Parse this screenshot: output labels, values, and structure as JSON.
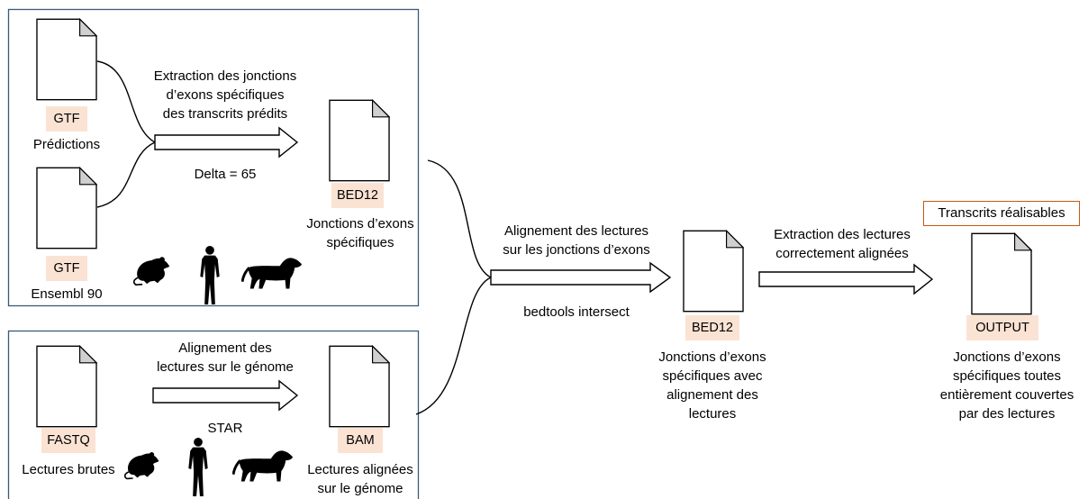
{
  "colors": {
    "panel_border": "#3b5a78",
    "tag_fill": "#fbe3d4",
    "output_border": "#c65911"
  },
  "files": {
    "gtf_predictions": {
      "tag": "GTF",
      "label": "Prédictions"
    },
    "gtf_ensembl": {
      "tag": "GTF",
      "label": "Ensembl 90"
    },
    "bed12_specific": {
      "tag": "BED12",
      "label": "Jonctions d’exons\nspécifiques"
    },
    "fastq": {
      "tag": "FASTQ",
      "label": "Lectures brutes"
    },
    "bam": {
      "tag": "BAM",
      "label": "Lectures alignées\nsur le génome"
    },
    "bed12_aligned": {
      "tag": "BED12",
      "label": "Jonctions d’exons\nspécifiques avec\nalignement des\nlectures"
    },
    "output": {
      "tag": "OUTPUT",
      "label": "Jonctions d’exons\nspécifiques toutes\nentièrement couvertes\npar des lectures"
    }
  },
  "steps": {
    "extraction": {
      "title": "Extraction des jonctions\nd’exons spécifiques\ndes transcrits prédits",
      "param": "Delta = 65"
    },
    "genome_alignment": {
      "title": "Alignement des\nlectures sur le génome",
      "param": "STAR"
    },
    "junction_alignment": {
      "title": "Alignement des lectures\nsur les jonctions d’exons",
      "param": "bedtools intersect"
    },
    "read_extraction": {
      "title": "Extraction des lectures\ncorrectement alignées"
    }
  },
  "output_box": {
    "label": "Transcrits réalisables"
  },
  "icons": [
    "rat-silhouette-icon",
    "human-silhouette-icon",
    "dog-silhouette-icon"
  ]
}
